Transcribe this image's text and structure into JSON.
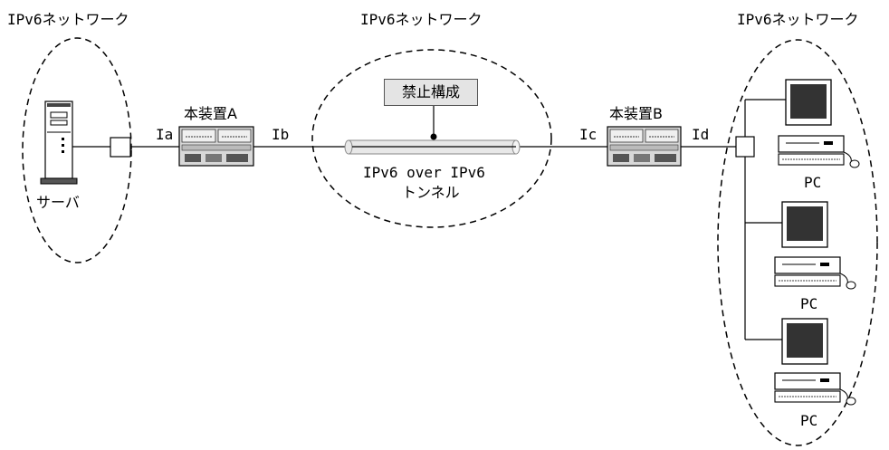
{
  "networks": {
    "left": "IPv6ネットワーク",
    "center": "IPv6ネットワーク",
    "right": "IPv6ネットワーク"
  },
  "server_label": "サーバ",
  "device_a": "本装置A",
  "device_b": "本装置B",
  "interfaces": {
    "ia": "Ia",
    "ib": "Ib",
    "ic": "Ic",
    "id": "Id"
  },
  "prohibited": "禁止構成",
  "tunnel": {
    "line1": "IPv6 over IPv6",
    "line2": "トンネル"
  },
  "pcs": [
    "PC",
    "PC",
    "PC"
  ]
}
